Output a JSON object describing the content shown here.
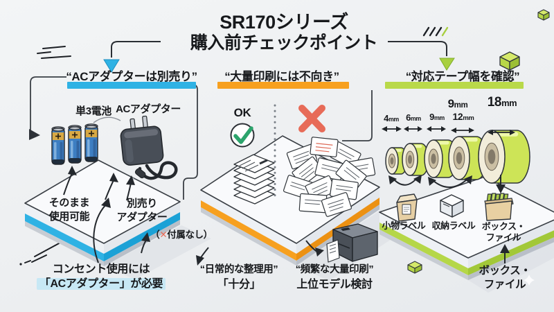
{
  "title": {
    "line1": "SR170シリーズ",
    "line2": "購入前チェックポイント"
  },
  "accents": {
    "cyan": "#2FB2E4",
    "orange": "#F7A01F",
    "lime": "#B9D94A",
    "red": "#E76B58",
    "green": "#2CA46C"
  },
  "panel_adapter": {
    "header": "“ACアダプターは別売り”",
    "battery_label": "単3電池",
    "adapter_label": "ACアダプター",
    "battery_note_line1": "そのまま",
    "battery_note_line2": "使用可能",
    "adapter_note_line1": "別売り",
    "adapter_note_line2": "アダプター",
    "not_included_open": "（",
    "not_included_mark": "✕",
    "not_included_text": "付属なし）",
    "footer_line1": "コンセント使用には",
    "footer_line2": "「ACアダプター」が必要"
  },
  "panel_printing": {
    "header": "“大量印刷には不向き”",
    "ok_label": "OK",
    "footer_ok_line1": "“日常的な整理用”",
    "footer_ok_line2": "「十分」",
    "footer_ng_line1": "“頻繁な大量印刷”",
    "footer_ng_line2": "上位モデル検討"
  },
  "panel_tape": {
    "header": "“対応テープ幅を確認”",
    "unit": "mm",
    "size_4": "4",
    "size_6": "6",
    "size_9": "9",
    "size_12": "12",
    "size_9_top": "9",
    "size_18": "18",
    "use_small": "小物ラベル",
    "use_storage": "収納ラベル",
    "use_box_line1": "ボックス・",
    "use_box_line2": "ファイル",
    "callout_line1": "ボックス・",
    "callout_line2": "ファイル"
  }
}
